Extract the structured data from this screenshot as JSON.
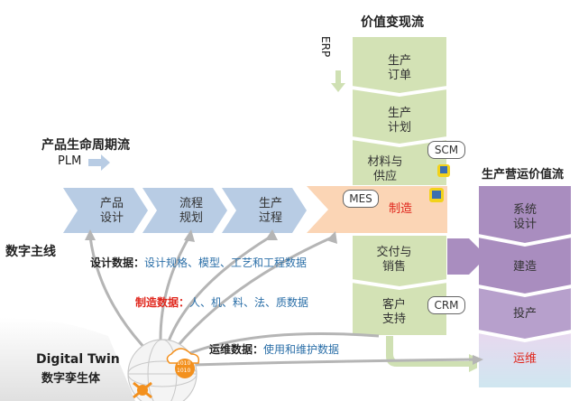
{
  "value_stream": {
    "title": "价值变现流",
    "erp_label": "ERP",
    "steps": [
      {
        "label": "生产\n订单"
      },
      {
        "label": "生产\n计划"
      },
      {
        "label": "材料与\n供应"
      },
      {
        "label": "制造"
      },
      {
        "label": "交付与\n销售"
      },
      {
        "label": "客户\n支持"
      }
    ],
    "scm_label": "SCM",
    "crm_label": "CRM",
    "mes_label": "MES"
  },
  "lifecycle": {
    "title": "产品生命周期流",
    "plm_label": "PLM",
    "steps": [
      {
        "label": "产品\n设计"
      },
      {
        "label": "流程\n规划"
      },
      {
        "label": "生产\n过程"
      }
    ]
  },
  "operations": {
    "title": "生产营运价值流",
    "steps": [
      {
        "label": "系统\n设计"
      },
      {
        "label": "建造"
      },
      {
        "label": "投产"
      },
      {
        "label": "运维"
      }
    ]
  },
  "digital_thread": {
    "label": "数字主线",
    "design": {
      "key": "设计数据：",
      "value": "设计规格、模型、工艺和工程数据"
    },
    "manufacturing": {
      "key": "制造数据：",
      "value": "人、机、料、法、质数据"
    },
    "operation": {
      "key": "运维数据：",
      "value": "使用和维护数据"
    }
  },
  "digital_twin": {
    "title_en": "Digital Twin",
    "title_cn": "数字孪生体",
    "bits_1": "1010",
    "bits_2": "1010"
  },
  "colors": {
    "green_col": "#d3e2b5",
    "green_dark": "#b9cf92",
    "blue_chevron": "#b8cce4",
    "peach": "#fbd5b5",
    "purple": "#a98dbf",
    "purple_light": "#c9b5da",
    "yellow": "#f2d21b",
    "orange": "#f3901d",
    "red_text": "#e0261c"
  }
}
